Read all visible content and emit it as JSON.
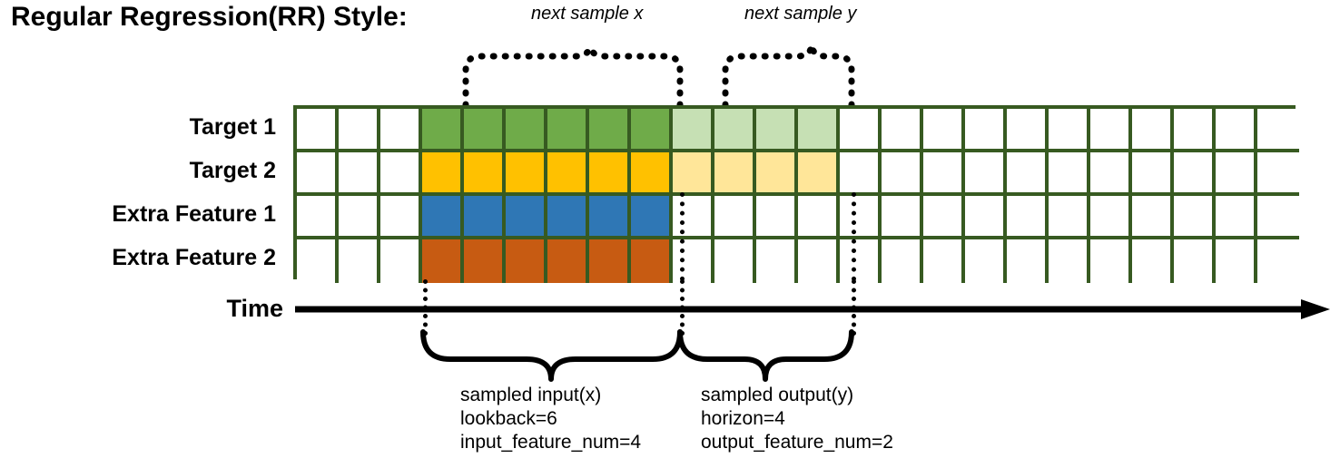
{
  "title": "Regular Regression(RR) Style:",
  "annotations": {
    "next_sample_x": "next sample x",
    "next_sample_y": "next sample y"
  },
  "rows": [
    {
      "label": "Target 1",
      "color_key": "green"
    },
    {
      "label": "Target 2",
      "color_key": "yellow"
    },
    {
      "label": "Extra Feature 1",
      "color_key": "blue"
    },
    {
      "label": "Extra Feature 2",
      "color_key": "orange"
    }
  ],
  "axis": {
    "label": "Time",
    "direction": "right-arrow"
  },
  "grid": {
    "total_columns": 24,
    "lead_blank_columns": 3,
    "input_columns": 6,
    "output_columns": 4,
    "trailing_blank_columns": 11,
    "border_color": "#375a21",
    "cells": [
      [
        "white",
        "white",
        "white",
        "green",
        "green",
        "green",
        "green",
        "green",
        "green",
        "lightgreen",
        "lightgreen",
        "lightgreen",
        "lightgreen",
        "white",
        "white",
        "white",
        "white",
        "white",
        "white",
        "white",
        "white",
        "white",
        "white",
        "white"
      ],
      [
        "white",
        "white",
        "white",
        "yellow",
        "yellow",
        "yellow",
        "yellow",
        "yellow",
        "yellow",
        "lightyellow",
        "lightyellow",
        "lightyellow",
        "lightyellow",
        "white",
        "white",
        "white",
        "white",
        "white",
        "white",
        "white",
        "white",
        "white",
        "white",
        "white"
      ],
      [
        "white",
        "white",
        "white",
        "blue",
        "blue",
        "blue",
        "blue",
        "blue",
        "blue",
        "white",
        "white",
        "white",
        "white",
        "white",
        "white",
        "white",
        "white",
        "white",
        "white",
        "white",
        "white",
        "white",
        "white",
        "white"
      ],
      [
        "white",
        "white",
        "white",
        "orange",
        "orange",
        "orange",
        "orange",
        "orange",
        "orange",
        "white",
        "white",
        "white",
        "white",
        "white",
        "white",
        "white",
        "white",
        "white",
        "white",
        "white",
        "white",
        "white",
        "white",
        "white"
      ]
    ]
  },
  "colors": {
    "green": "#6fab49",
    "lightgreen": "#c6e0b4",
    "yellow": "#ffc100",
    "lightyellow": "#ffe699",
    "blue": "#2f77b5",
    "orange": "#c75b12",
    "white": "#ffffff",
    "border": "#375a21",
    "ink": "#000000"
  },
  "captions": {
    "input": {
      "line1": "sampled input(x)",
      "line2": "lookback=6",
      "line3": "input_feature_num=4"
    },
    "output": {
      "line1": "sampled output(y)",
      "line2": "horizon=4",
      "line3": "output_feature_num=2"
    }
  }
}
